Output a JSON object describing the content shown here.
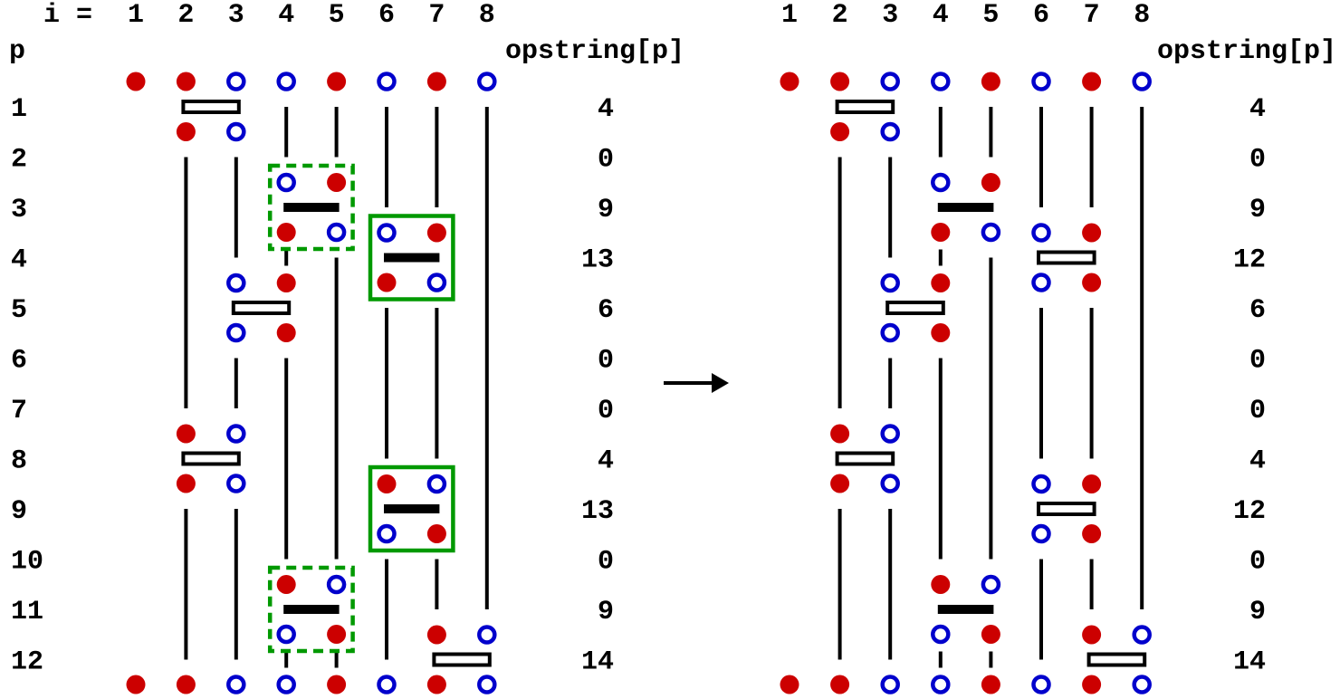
{
  "colors": {
    "red": "#cc0000",
    "blue": "#0000cc",
    "green": "#009900",
    "line": "#000000"
  },
  "header": {
    "i_label": "i =",
    "p_label": "p",
    "opstring_label": "opstring[p]",
    "columns": [
      "1",
      "2",
      "3",
      "4",
      "5",
      "6",
      "7",
      "8"
    ]
  },
  "panels": [
    {
      "name": "before",
      "show_row_labels": true,
      "show_i_label": true,
      "top_dots": [
        "red",
        "red",
        "blue",
        "blue",
        "red",
        "blue",
        "red",
        "blue"
      ],
      "bottom_dots": [
        "red",
        "red",
        "blue",
        "blue",
        "red",
        "blue",
        "red",
        "blue"
      ],
      "rows": [
        "1",
        "2",
        "3",
        "4",
        "5",
        "6",
        "7",
        "8",
        "9",
        "10",
        "11",
        "12"
      ],
      "opstring": [
        "4",
        "0",
        "9",
        "13",
        "6",
        "0",
        "0",
        "4",
        "13",
        "0",
        "9",
        "14"
      ],
      "gates": [
        {
          "p": 1,
          "col": 2,
          "bar": "open",
          "above": [
            "red",
            "blue"
          ],
          "below": [
            "red",
            "blue"
          ],
          "box": "none"
        },
        {
          "p": 3,
          "col": 4,
          "bar": "filled",
          "above": [
            "blue",
            "red"
          ],
          "below": [
            "red",
            "blue"
          ],
          "box": "dashed"
        },
        {
          "p": 4,
          "col": 6,
          "bar": "filled",
          "above": [
            "blue",
            "red"
          ],
          "below": [
            "red",
            "blue"
          ],
          "box": "solid"
        },
        {
          "p": 5,
          "col": 3,
          "bar": "open",
          "above": [
            "blue",
            "red"
          ],
          "below": [
            "blue",
            "red"
          ],
          "box": "none"
        },
        {
          "p": 8,
          "col": 2,
          "bar": "open",
          "above": [
            "red",
            "blue"
          ],
          "below": [
            "red",
            "blue"
          ],
          "box": "none"
        },
        {
          "p": 9,
          "col": 6,
          "bar": "filled",
          "above": [
            "red",
            "blue"
          ],
          "below": [
            "blue",
            "red"
          ],
          "box": "solid"
        },
        {
          "p": 11,
          "col": 4,
          "bar": "filled",
          "above": [
            "red",
            "blue"
          ],
          "below": [
            "blue",
            "red"
          ],
          "box": "dashed"
        },
        {
          "p": 12,
          "col": 7,
          "bar": "open",
          "above": [
            "red",
            "blue"
          ],
          "below": [
            "red",
            "blue"
          ],
          "box": "none"
        }
      ]
    },
    {
      "name": "after",
      "show_row_labels": false,
      "show_i_label": false,
      "top_dots": [
        "red",
        "red",
        "blue",
        "blue",
        "red",
        "blue",
        "red",
        "blue"
      ],
      "bottom_dots": [
        "red",
        "red",
        "blue",
        "blue",
        "red",
        "blue",
        "red",
        "blue"
      ],
      "rows": [
        "1",
        "2",
        "3",
        "4",
        "5",
        "6",
        "7",
        "8",
        "9",
        "10",
        "11",
        "12"
      ],
      "opstring": [
        "4",
        "0",
        "9",
        "12",
        "6",
        "0",
        "0",
        "4",
        "12",
        "0",
        "9",
        "14"
      ],
      "gates": [
        {
          "p": 1,
          "col": 2,
          "bar": "open",
          "above": [
            "red",
            "blue"
          ],
          "below": [
            "red",
            "blue"
          ],
          "box": "none"
        },
        {
          "p": 3,
          "col": 4,
          "bar": "filled",
          "above": [
            "blue",
            "red"
          ],
          "below": [
            "red",
            "blue"
          ],
          "box": "none"
        },
        {
          "p": 4,
          "col": 6,
          "bar": "open",
          "above": [
            "blue",
            "red"
          ],
          "below": [
            "blue",
            "red"
          ],
          "box": "none"
        },
        {
          "p": 5,
          "col": 3,
          "bar": "open",
          "above": [
            "blue",
            "red"
          ],
          "below": [
            "blue",
            "red"
          ],
          "box": "none"
        },
        {
          "p": 8,
          "col": 2,
          "bar": "open",
          "above": [
            "red",
            "blue"
          ],
          "below": [
            "red",
            "blue"
          ],
          "box": "none"
        },
        {
          "p": 9,
          "col": 6,
          "bar": "open",
          "above": [
            "blue",
            "red"
          ],
          "below": [
            "blue",
            "red"
          ],
          "box": "none"
        },
        {
          "p": 11,
          "col": 4,
          "bar": "filled",
          "above": [
            "red",
            "blue"
          ],
          "below": [
            "blue",
            "red"
          ],
          "box": "none"
        },
        {
          "p": 12,
          "col": 7,
          "bar": "open",
          "above": [
            "red",
            "blue"
          ],
          "below": [
            "red",
            "blue"
          ],
          "box": "none"
        }
      ]
    }
  ],
  "arrow": "right-arrow-icon"
}
